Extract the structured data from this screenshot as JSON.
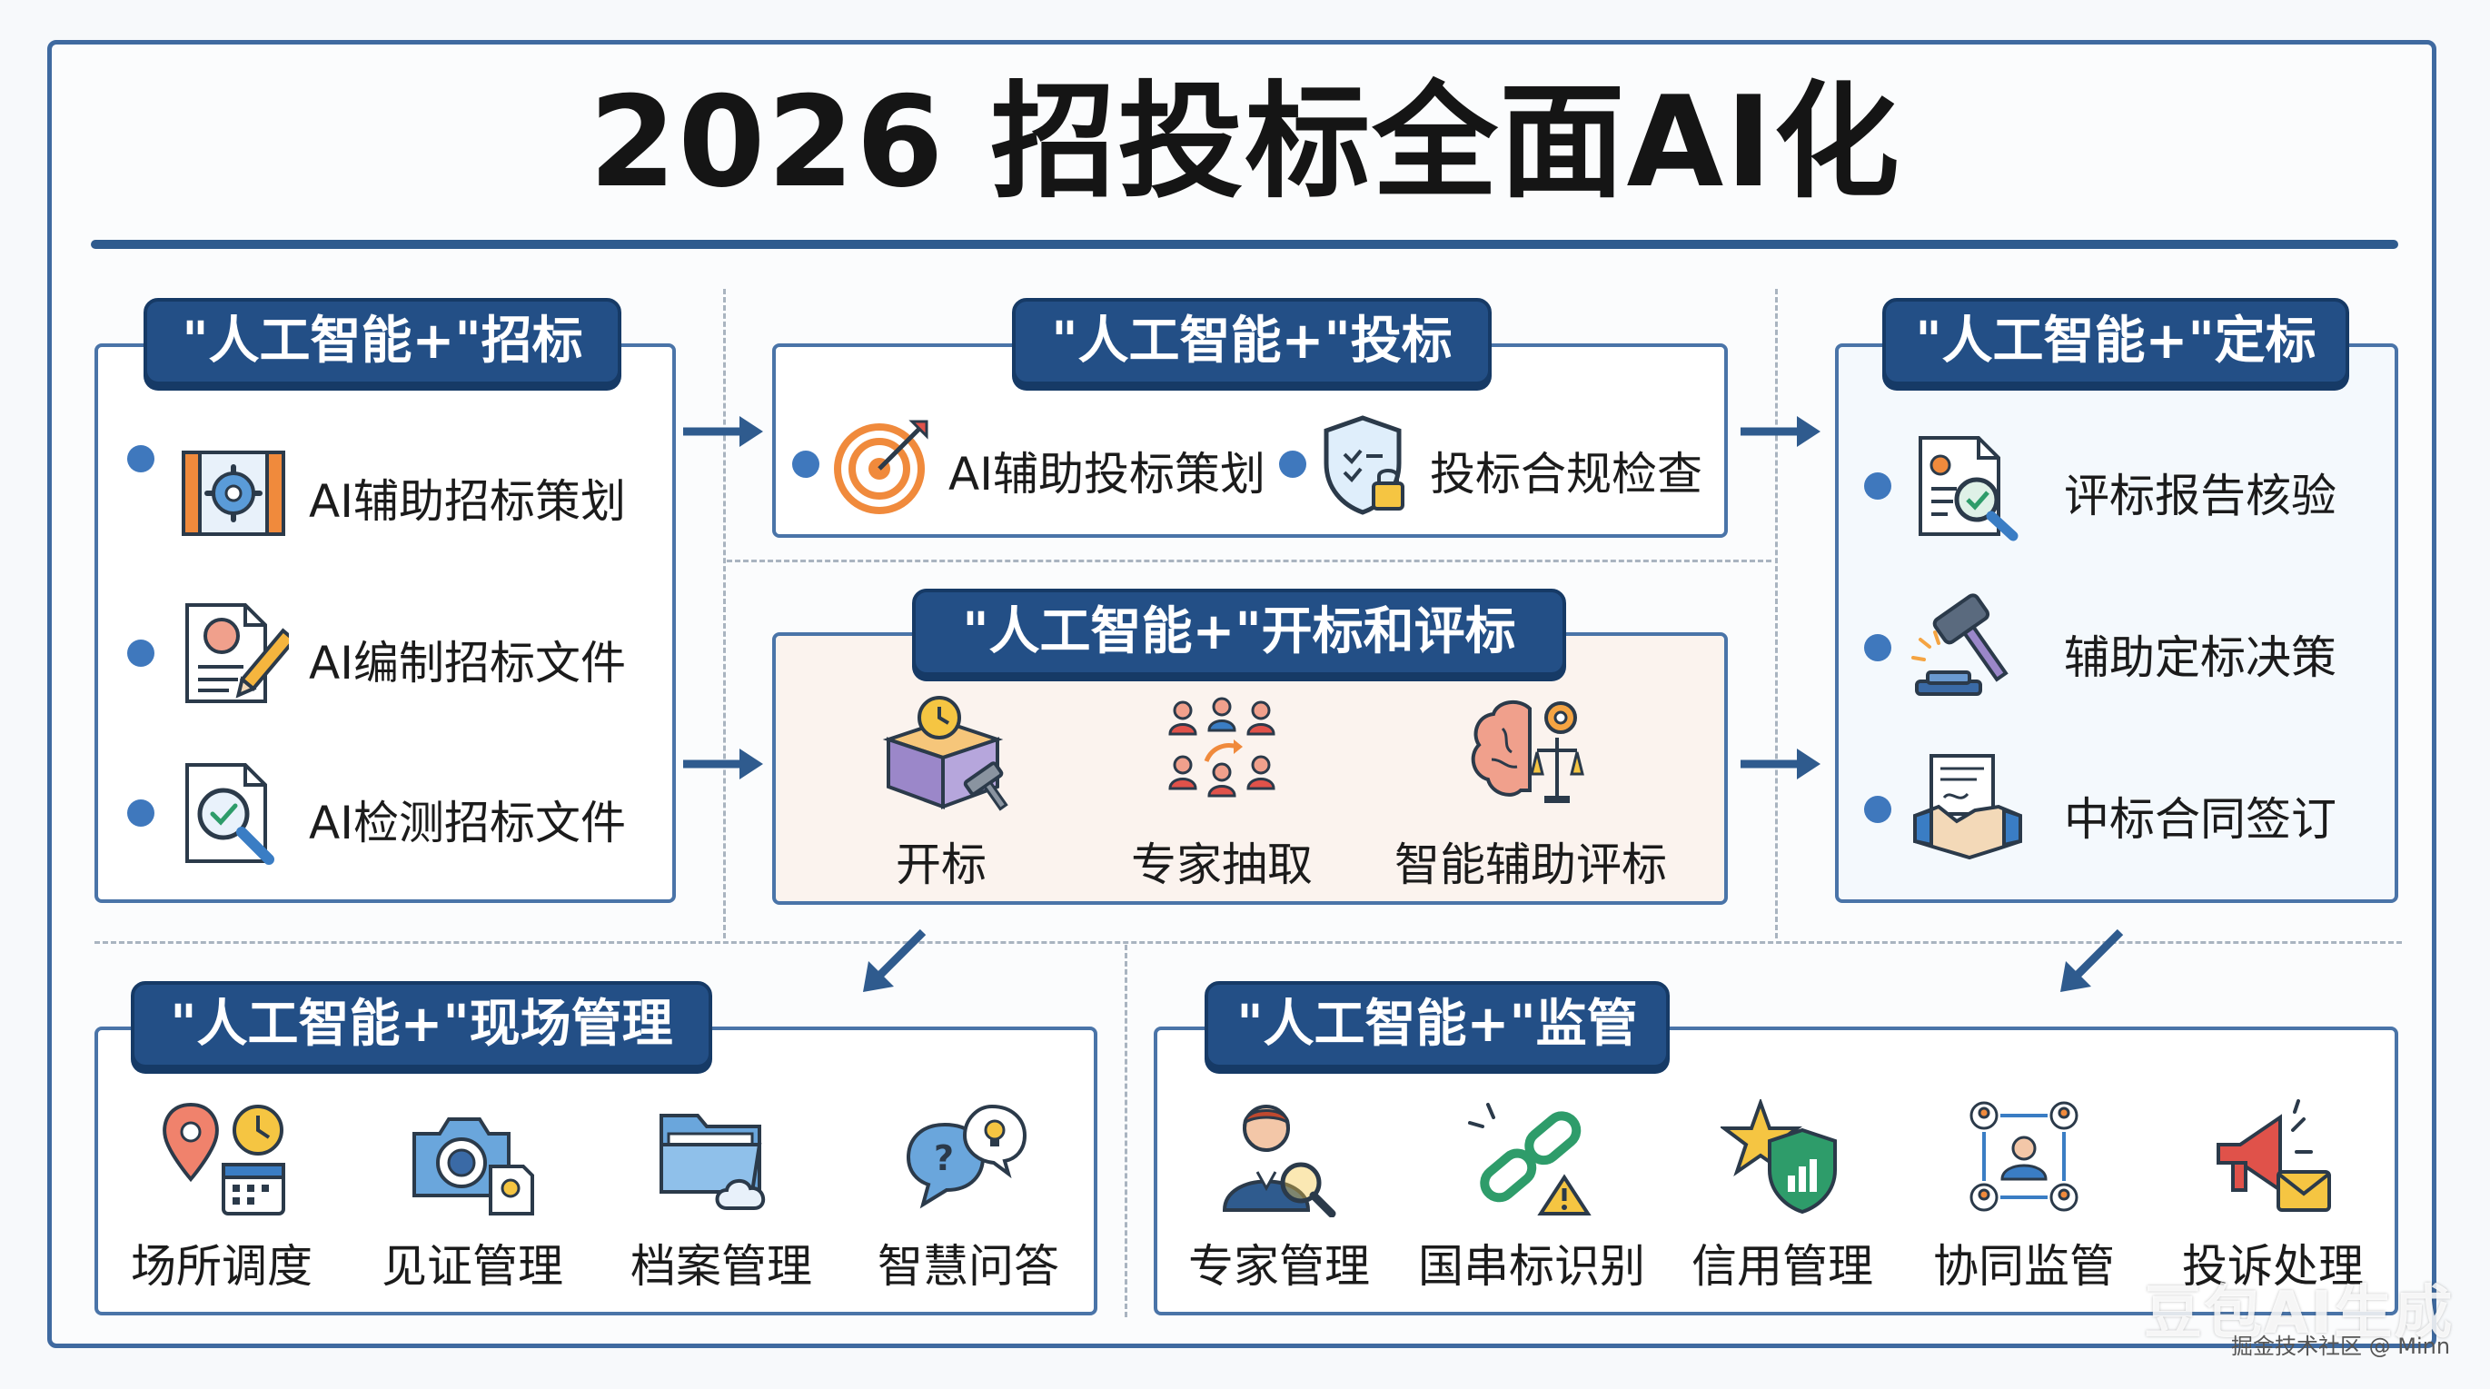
{
  "title": "2026 招投标全面AI化",
  "sections": {
    "tender": {
      "heading": "\"人工智能+\"招标",
      "items": [
        {
          "label": "AI辅助招标策划",
          "icon": "blueprint-gear-icon"
        },
        {
          "label": "AI编制招标文件",
          "icon": "document-brain-pencil-icon"
        },
        {
          "label": "AI检测招标文件",
          "icon": "document-magnifier-icon"
        }
      ]
    },
    "bidding": {
      "heading": "\"人工智能+\"投标",
      "items": [
        {
          "label": "AI辅助投标策划",
          "icon": "target-arrow-icon"
        },
        {
          "label": "投标合规检查",
          "icon": "shield-lock-icon"
        }
      ]
    },
    "opening": {
      "heading": "\"人工智能+\"开标和评标",
      "items": [
        {
          "label": "开标",
          "icon": "box-clock-gavel-icon"
        },
        {
          "label": "专家抽取",
          "icon": "people-selection-icon"
        },
        {
          "label": "智能辅助评标",
          "icon": "brain-scale-icon"
        }
      ]
    },
    "award": {
      "heading": "\"人工智能+\"定标",
      "items": [
        {
          "label": "评标报告核验",
          "icon": "report-magnifier-icon"
        },
        {
          "label": "辅助定标决策",
          "icon": "gavel-icon"
        },
        {
          "label": "中标合同签订",
          "icon": "contract-handshake-icon"
        }
      ]
    },
    "onsite": {
      "heading": "\"人工智能+\"现场管理",
      "items": [
        {
          "label": "场所调度",
          "icon": "location-calendar-icon"
        },
        {
          "label": "见证管理",
          "icon": "camera-icon"
        },
        {
          "label": "档案管理",
          "icon": "folder-cloud-icon"
        },
        {
          "label": "智慧问答",
          "icon": "chat-bubbles-icon"
        }
      ]
    },
    "supervision": {
      "heading": "\"人工智能+\"监管",
      "items": [
        {
          "label": "专家管理",
          "icon": "expert-magnifier-icon"
        },
        {
          "label": "国串标识别",
          "icon": "broken-chain-warning-icon"
        },
        {
          "label": "信用管理",
          "icon": "star-shield-icon"
        },
        {
          "label": "协同监管",
          "icon": "people-network-icon"
        },
        {
          "label": "投诉处理",
          "icon": "megaphone-mail-icon"
        }
      ]
    }
  },
  "watermark": "豆包AI生成",
  "credit": "掘金技术社区 @ Minn",
  "colors": {
    "panel_border": "#4a74a8",
    "heading_fill": "#234f86",
    "bullet": "#3f78bd",
    "arrow": "#2f5b8e"
  }
}
